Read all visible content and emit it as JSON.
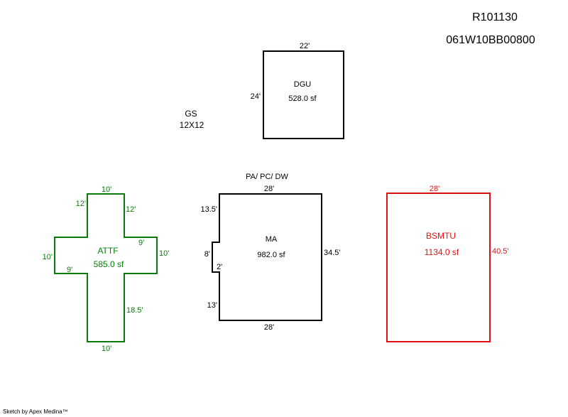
{
  "header": {
    "record_id": "R101130",
    "parcel_id": "061W10BB00800"
  },
  "colors": {
    "black": "#000000",
    "green": "#0a7a0a",
    "red": "#e01010"
  },
  "dgu": {
    "name": "DGU",
    "area": "528.0 sf",
    "top": "22'",
    "left": "24'"
  },
  "gs": {
    "name": "GS",
    "size": "12X12"
  },
  "ma": {
    "above": "PA/ PC/ DW",
    "name": "MA",
    "area": "982.0 sf",
    "top": "28'",
    "bottom": "28'",
    "right": "34.5'",
    "left_upper": "13.5'",
    "left_notch": "8'",
    "notch_depth": "2'",
    "left_lower": "13'"
  },
  "attf": {
    "name": "ATTF",
    "area": "585.0 sf",
    "top": "10'",
    "upper_left": "12'",
    "upper_right": "12'",
    "right_arm_top": "9'",
    "right_arm": "10'",
    "left_arm": "10'",
    "left_arm_bottom": "9'",
    "lower_right": "18.5'",
    "bottom": "10'"
  },
  "bsmtu": {
    "name": "BSMTU",
    "area": "1134.0 sf",
    "top": "28'",
    "right": "40.5'"
  },
  "footer": {
    "credit": "Sketch by Apex Medina™"
  }
}
